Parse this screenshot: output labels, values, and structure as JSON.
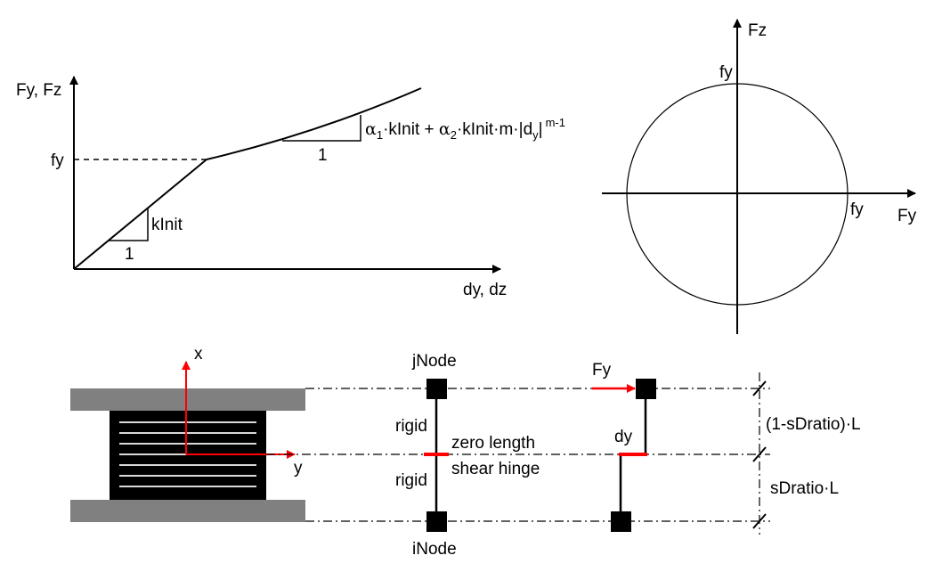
{
  "force_displacement_plot": {
    "y_axis_label": "Fy, Fz",
    "x_axis_label": "dy, dz",
    "yield_label": "fy",
    "initial_slope_label": "kInit",
    "initial_slope_run": "1",
    "hardening_slope_run": "1",
    "hardening_expression": {
      "alpha1": "α",
      "sub1": "1",
      "part1": "·kInit + ",
      "alpha2": "α",
      "sub2": "2",
      "part2": "·kInit·m·|d",
      "sub_y": "y",
      "part3": "|",
      "exponent": "m-1"
    }
  },
  "interaction_plot": {
    "vertical_axis_label": "Fz",
    "horizontal_axis_label": "Fy",
    "top_intercept_label": "fy",
    "right_intercept_label": "fy"
  },
  "element_schematic": {
    "local_x_label": "x",
    "local_y_label": "y",
    "j_node_label": "jNode",
    "i_node_label": "iNode",
    "upper_link_label": "rigid",
    "lower_link_label": "rigid",
    "hinge_label_line1": "zero length",
    "hinge_label_line2": "shear hinge",
    "force_label": "Fy",
    "displacement_label": "dy",
    "upper_segment_label": "(1-sDratio)·L",
    "lower_segment_label": "sDratio·L"
  },
  "colors": {
    "ink": "#000000",
    "accent": "#ff0000",
    "plate": "#808080",
    "layers": "#d9d9d9"
  }
}
